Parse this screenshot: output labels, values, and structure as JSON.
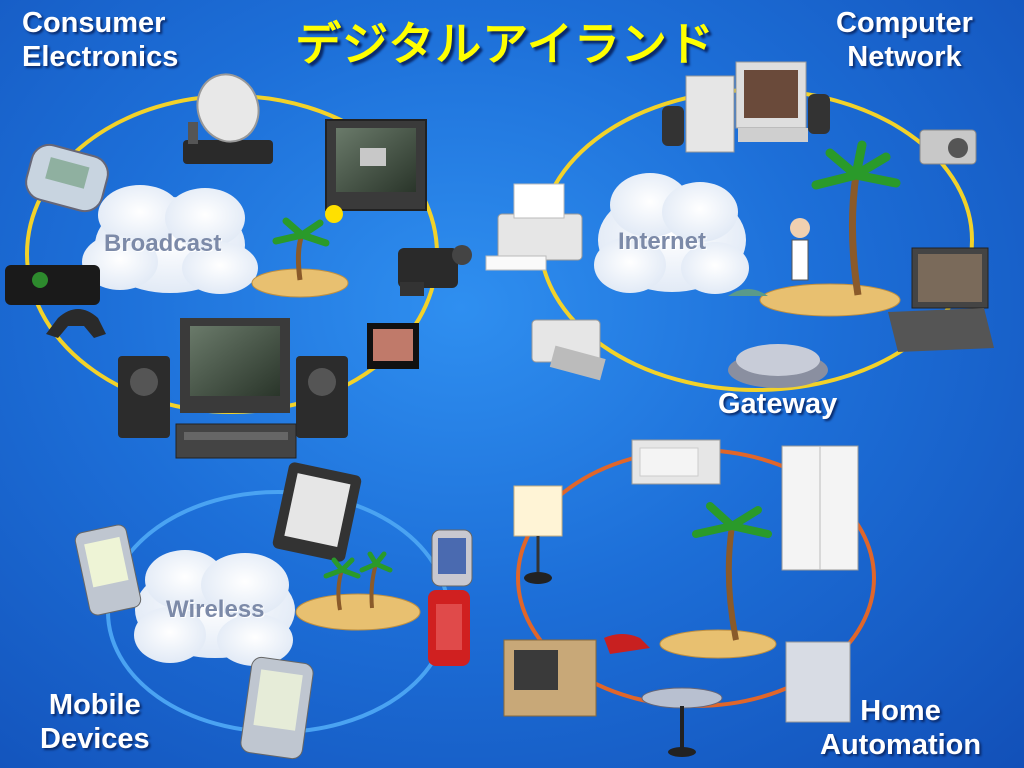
{
  "title": "デジタルアイランド",
  "corners": {
    "consumer": [
      "Consumer",
      "Electronics"
    ],
    "network": [
      "Computer",
      "Network"
    ],
    "mobile": [
      "Mobile",
      "Devices"
    ],
    "home": [
      "Home",
      "Automation"
    ]
  },
  "gateway": "Gateway",
  "clouds": {
    "broadcast": "Broadcast",
    "internet": "Internet",
    "wireless": "Wireless"
  },
  "colors": {
    "background": "#1d6fd8",
    "title": "#ffff00",
    "ring_yellow": "#f2d22a",
    "ring_blue": "#4aa3f2",
    "ring_orange": "#e0662a"
  }
}
